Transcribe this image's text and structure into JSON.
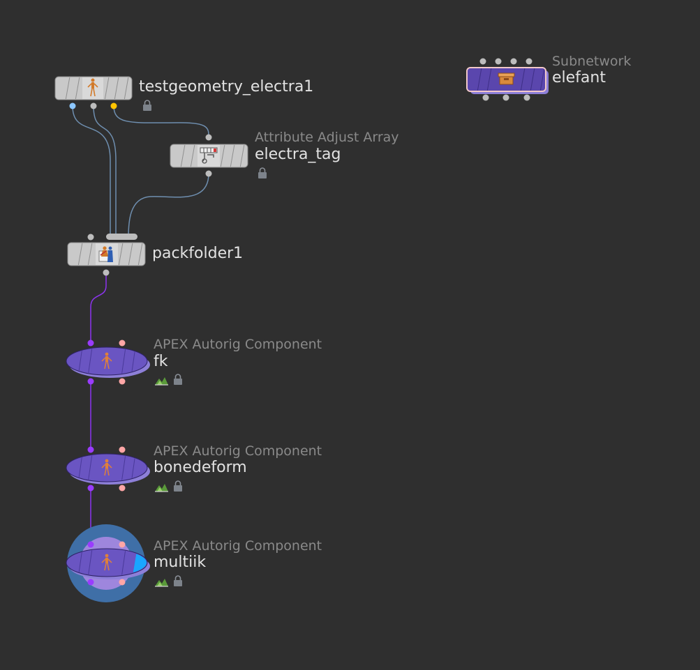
{
  "colors": {
    "background": "#2f2f2f",
    "sop_node_fill": "#d6d6d6",
    "apex_node_fill": "#6a55c2",
    "wire_gray": "#6f8fb0",
    "wire_purple": "#8d34f0",
    "port_gray": "#bdbdbd",
    "port_blue": "#8cc7ff",
    "port_yellow": "#ffc400",
    "port_pink": "#ffa6a6",
    "port_purple": "#9a3cff",
    "highlight_blue": "#3f6fa7",
    "highlight_cyan": "#1aa6ff"
  },
  "nodes": {
    "testgeometry": {
      "type": "",
      "name": "testgeometry_electra1",
      "icon": "figure-icon",
      "flags": [
        "lock"
      ]
    },
    "electra_tag": {
      "type": "Attribute Adjust Array",
      "name": "electra_tag",
      "icon": "array-icon",
      "flags": [
        "lock"
      ]
    },
    "packfolder": {
      "type": "",
      "name": "packfolder1",
      "icon": "packfolder-icon",
      "flags": []
    },
    "fk": {
      "type": "APEX Autorig Component",
      "name": "fk",
      "icon": "figure-icon",
      "flags": [
        "display",
        "lock"
      ]
    },
    "bonedeform": {
      "type": "APEX Autorig Component",
      "name": "bonedeform",
      "icon": "figure-icon",
      "flags": [
        "display",
        "lock"
      ]
    },
    "multiik": {
      "type": "APEX Autorig Component",
      "name": "multiik",
      "icon": "figure-icon",
      "flags": [
        "display",
        "lock"
      ]
    },
    "elefant": {
      "type": "Subnetwork",
      "name": "elefant",
      "icon": "box-icon",
      "flags": []
    }
  }
}
